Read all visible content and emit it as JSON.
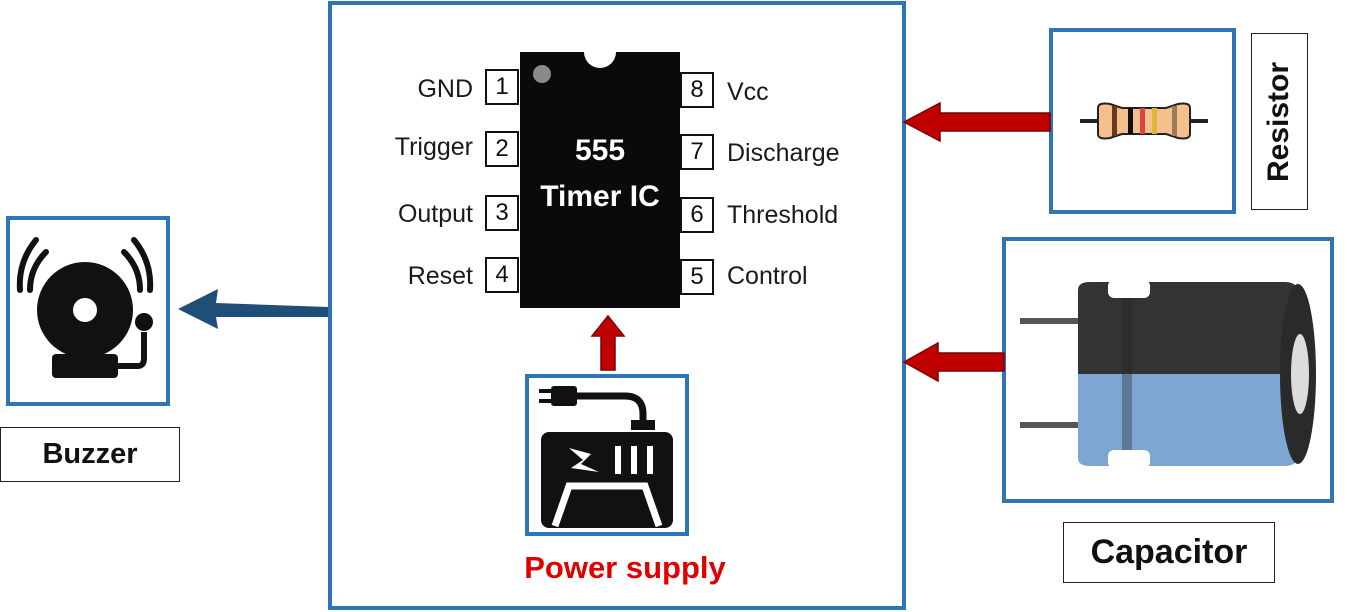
{
  "ic": {
    "title_line1": "555",
    "title_line2": "Timer IC",
    "left_pins": [
      {
        "label": "GND",
        "number": "1"
      },
      {
        "label": "Trigger",
        "number": "2"
      },
      {
        "label": "Output",
        "number": "3"
      },
      {
        "label": "Reset",
        "number": "4"
      }
    ],
    "right_pins": [
      {
        "number": "8",
        "label": "Vcc"
      },
      {
        "number": "7",
        "label": "Discharge"
      },
      {
        "number": "6",
        "label": "Threshold"
      },
      {
        "number": "5",
        "label": "Control"
      }
    ]
  },
  "blocks": {
    "buzzer": "Buzzer",
    "resistor": "Resistor",
    "capacitor": "Capacitor",
    "power_supply": "Power supply"
  },
  "colors": {
    "frame_blue": "#2E75B6",
    "input_arrow_red": "#C00000",
    "output_arrow_blue": "#1F4E79",
    "power_label_red": "#E00000",
    "chip_black": "#0a0a0a"
  },
  "icons": {
    "buzzer": "alarm-bell-icon",
    "resistor": "resistor-icon",
    "capacitor": "electrolytic-capacitor-icon",
    "power_supply": "power-supply-icon"
  }
}
